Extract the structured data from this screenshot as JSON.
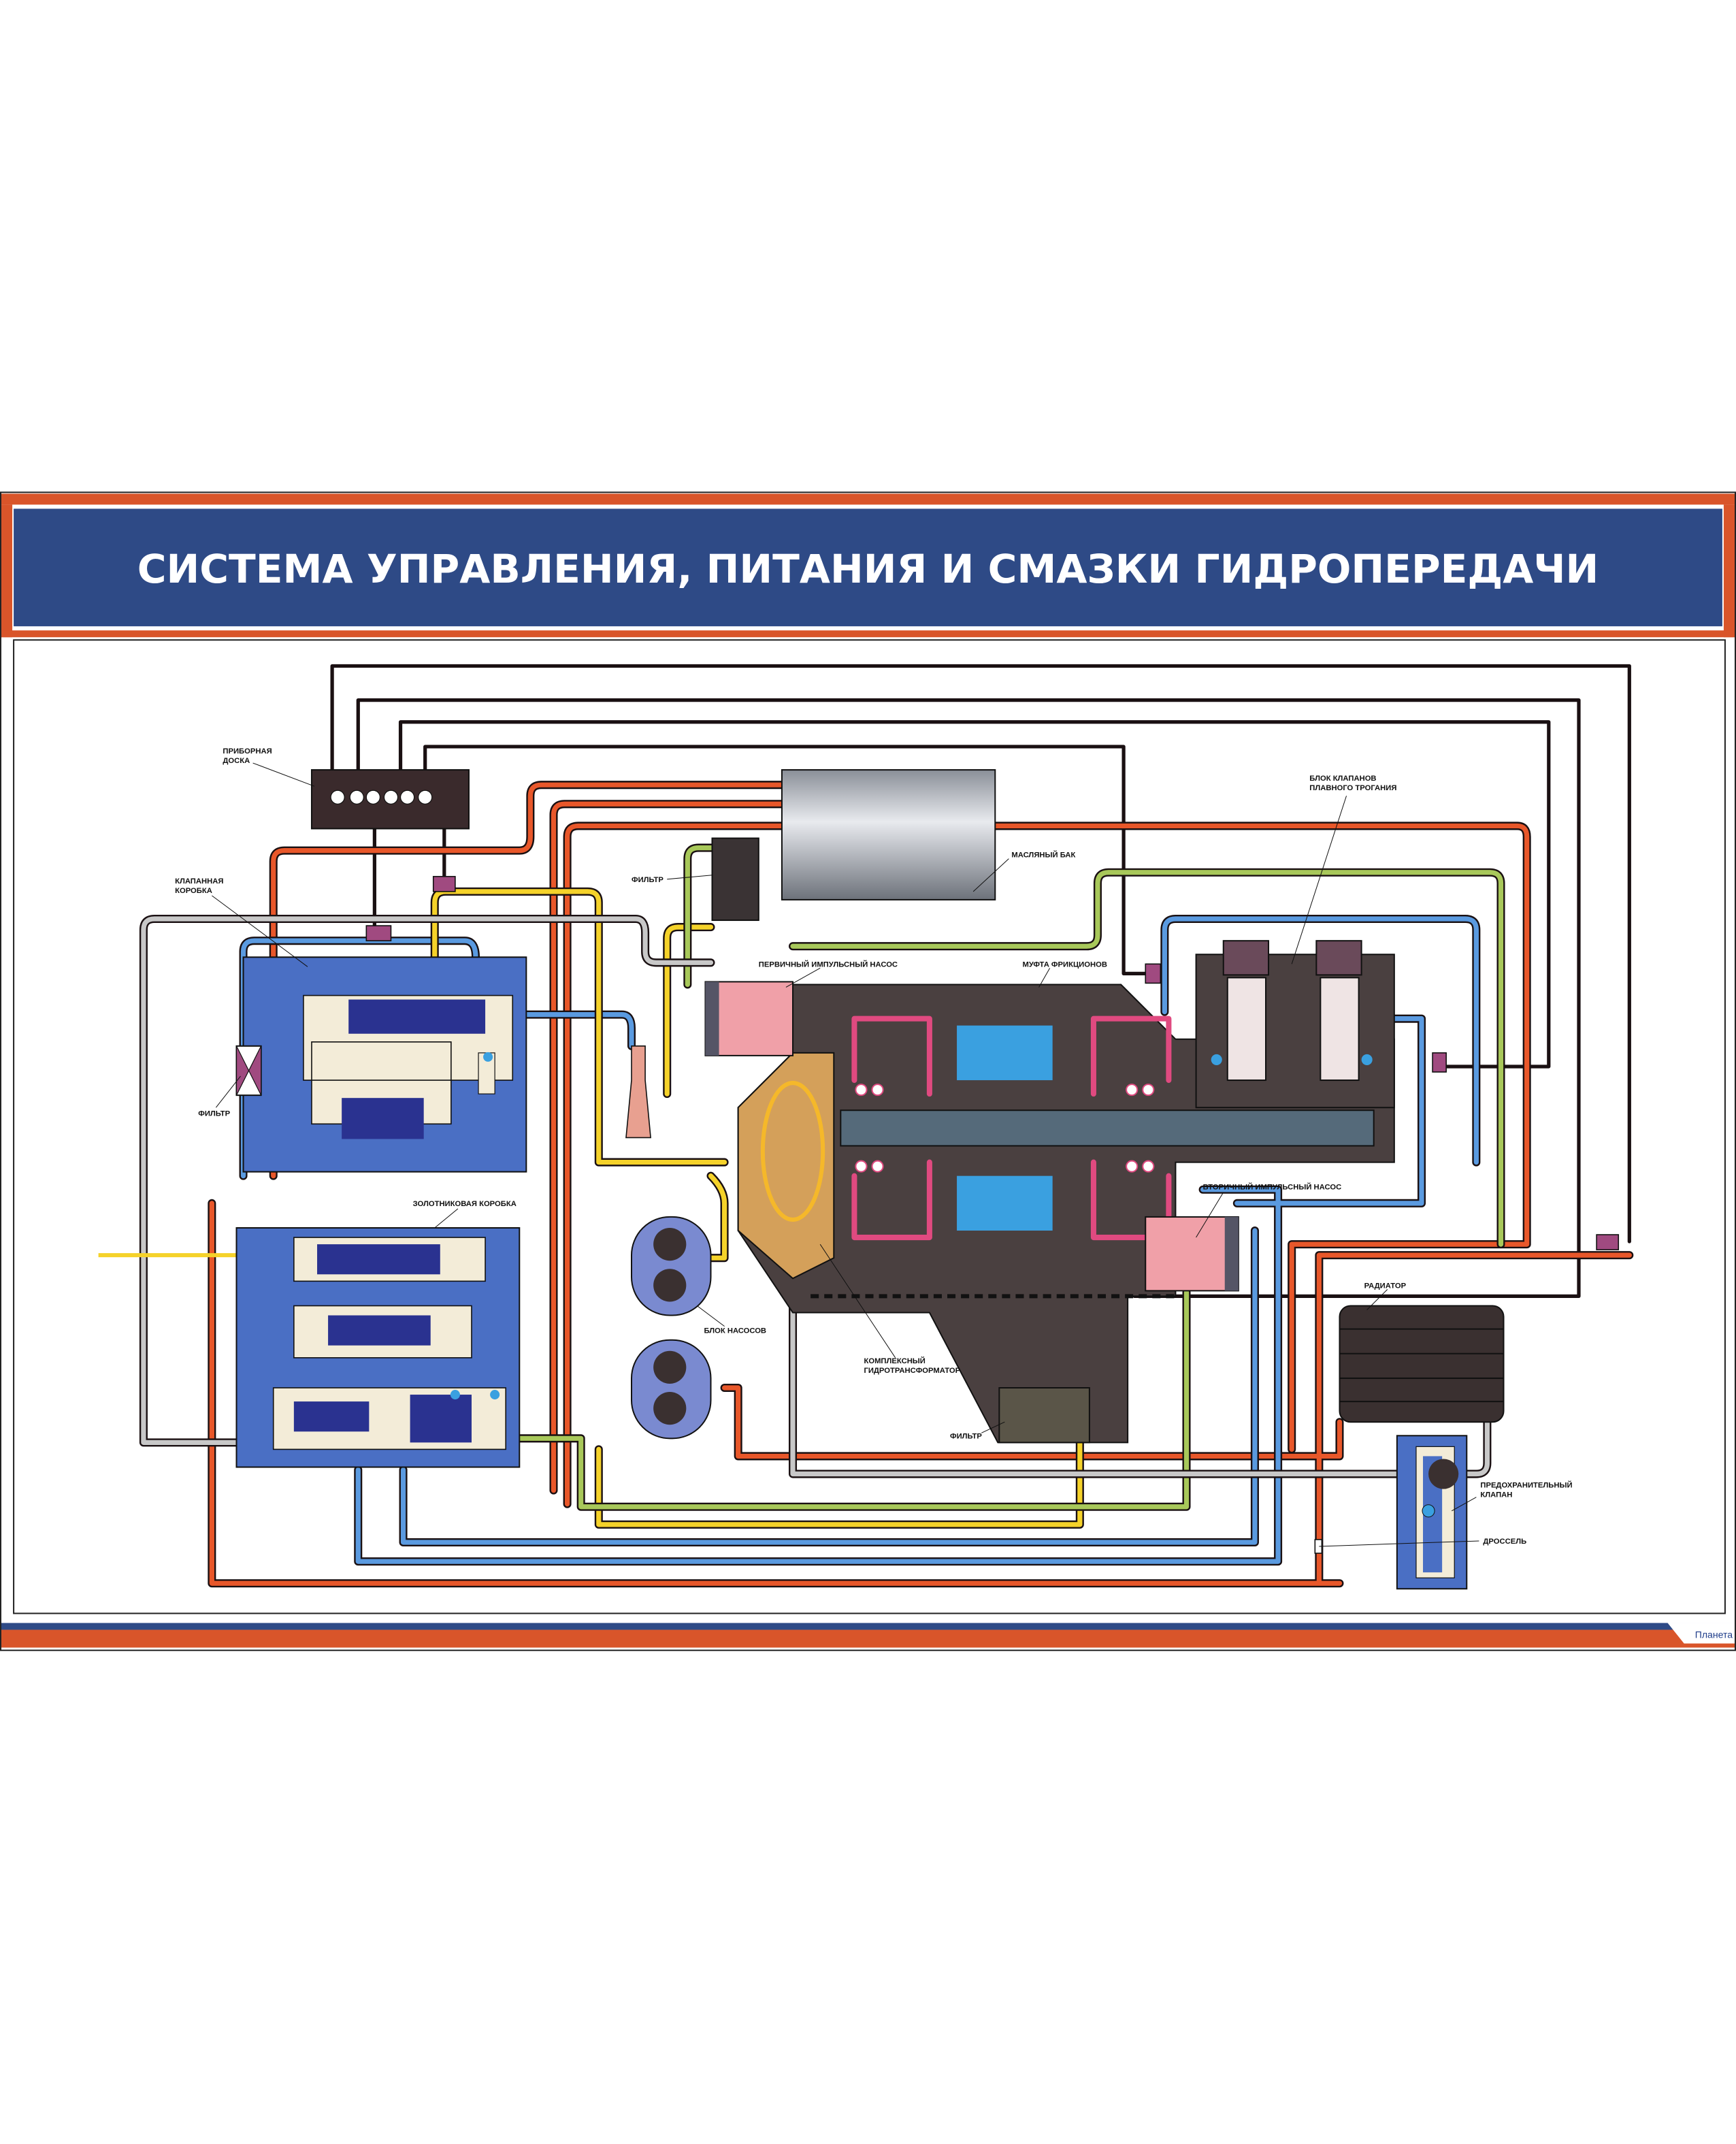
{
  "title": "СИСТЕМА УПРАВЛЕНИЯ, ПИТАНИЯ И СМАЗКИ ГИДРОПЕРЕДАЧИ",
  "labels": {
    "dashboard": [
      "ПРИБОРНАЯ",
      "ДОСКА"
    ],
    "valve_box": [
      "КЛАПАННАЯ",
      "КОРОБКА"
    ],
    "filter_left": "ФИЛЬТР",
    "spool_box": "ЗОЛОТНИКОВАЯ КОРОБКА",
    "filter_top": "ФИЛЬТР",
    "oil_tank": "МАСЛЯНЫЙ БАК",
    "primary_pump": "ПЕРВИЧНЫЙ ИМПУЛЬСНЫЙ НАСОС",
    "clutch": "МУФТА ФРИКЦИОНОВ",
    "smooth_start_valves": [
      "БЛОК КЛАПАНОВ",
      "ПЛАВНОГО ТРОГАНИЯ"
    ],
    "secondary_pump": "ВТОРИЧНЫЙ ИМПУЛЬСНЫЙ НАСОС",
    "pump_block": "БЛОК НАСОСОВ",
    "torque_converter": [
      "КОМПЛЕКСНЫЙ",
      "ГИДРОТРАНСФОРМАТОР"
    ],
    "filter_bottom": "ФИЛЬТР",
    "radiator": "РАДИАТОР",
    "safety_valve": [
      "ПРЕДОХРАНИТЕЛЬНЫЙ",
      "КЛАПАН"
    ],
    "throttle": "ДРОССЕЛЬ"
  },
  "logo": "Планета",
  "colors": {
    "header_blue": "#2e4a86",
    "border_orange": "#d9552a",
    "pipe_orange": "#e8572a",
    "pipe_blue": "#5a9ae0",
    "pipe_yellow": "#f5d22a",
    "pipe_green": "#a8c85a",
    "pipe_gray": "#c8c8c8",
    "box_blue": "#4a6fc4"
  }
}
